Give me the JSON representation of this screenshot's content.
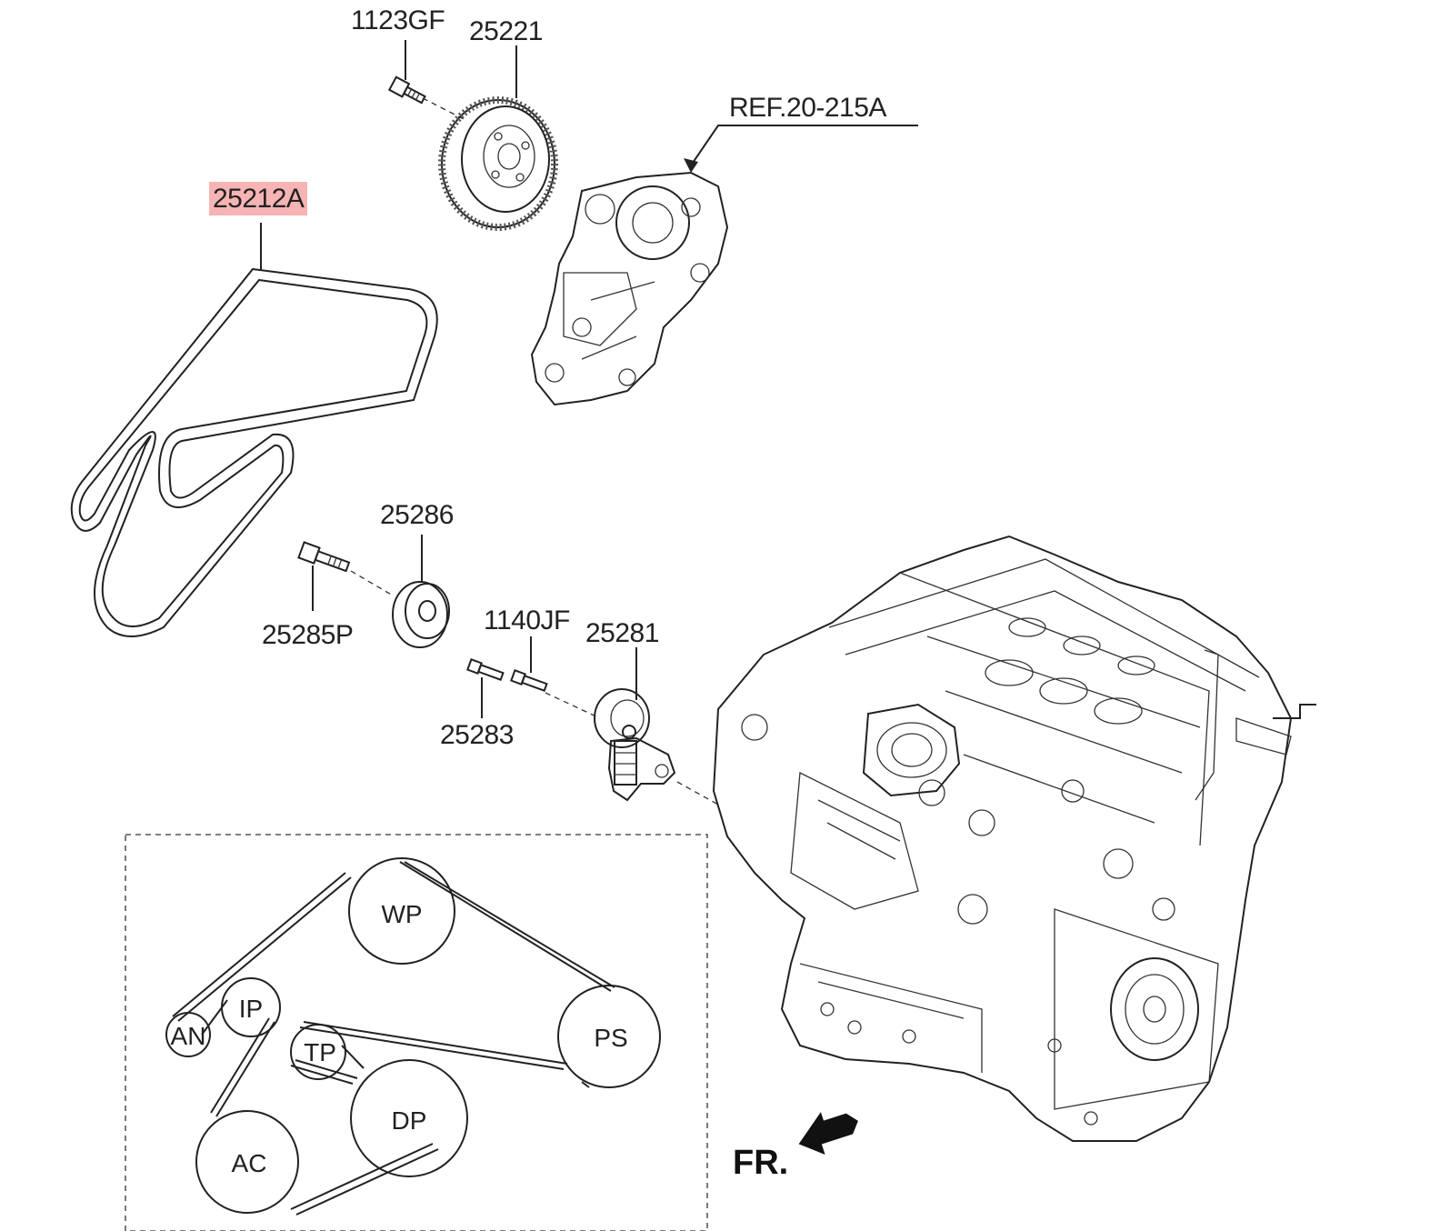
{
  "parts": {
    "p1123gf": "1123GF",
    "p25221": "25221",
    "ref": "REF.20-215A",
    "p25212a": "25212A",
    "p25286": "25286",
    "p25285p": "25285P",
    "p1140jf": "1140JF",
    "p25281": "25281",
    "p25283": "25283"
  },
  "highlight_color": "#f7b4b4",
  "routing": {
    "pulleys": [
      {
        "id": "wp",
        "label": "WP"
      },
      {
        "id": "ps",
        "label": "PS"
      },
      {
        "id": "ip",
        "label": "IP"
      },
      {
        "id": "an",
        "label": "AN"
      },
      {
        "id": "tp",
        "label": "TP"
      },
      {
        "id": "dp",
        "label": "DP"
      },
      {
        "id": "ac",
        "label": "AC"
      }
    ]
  },
  "front_label": "FR."
}
